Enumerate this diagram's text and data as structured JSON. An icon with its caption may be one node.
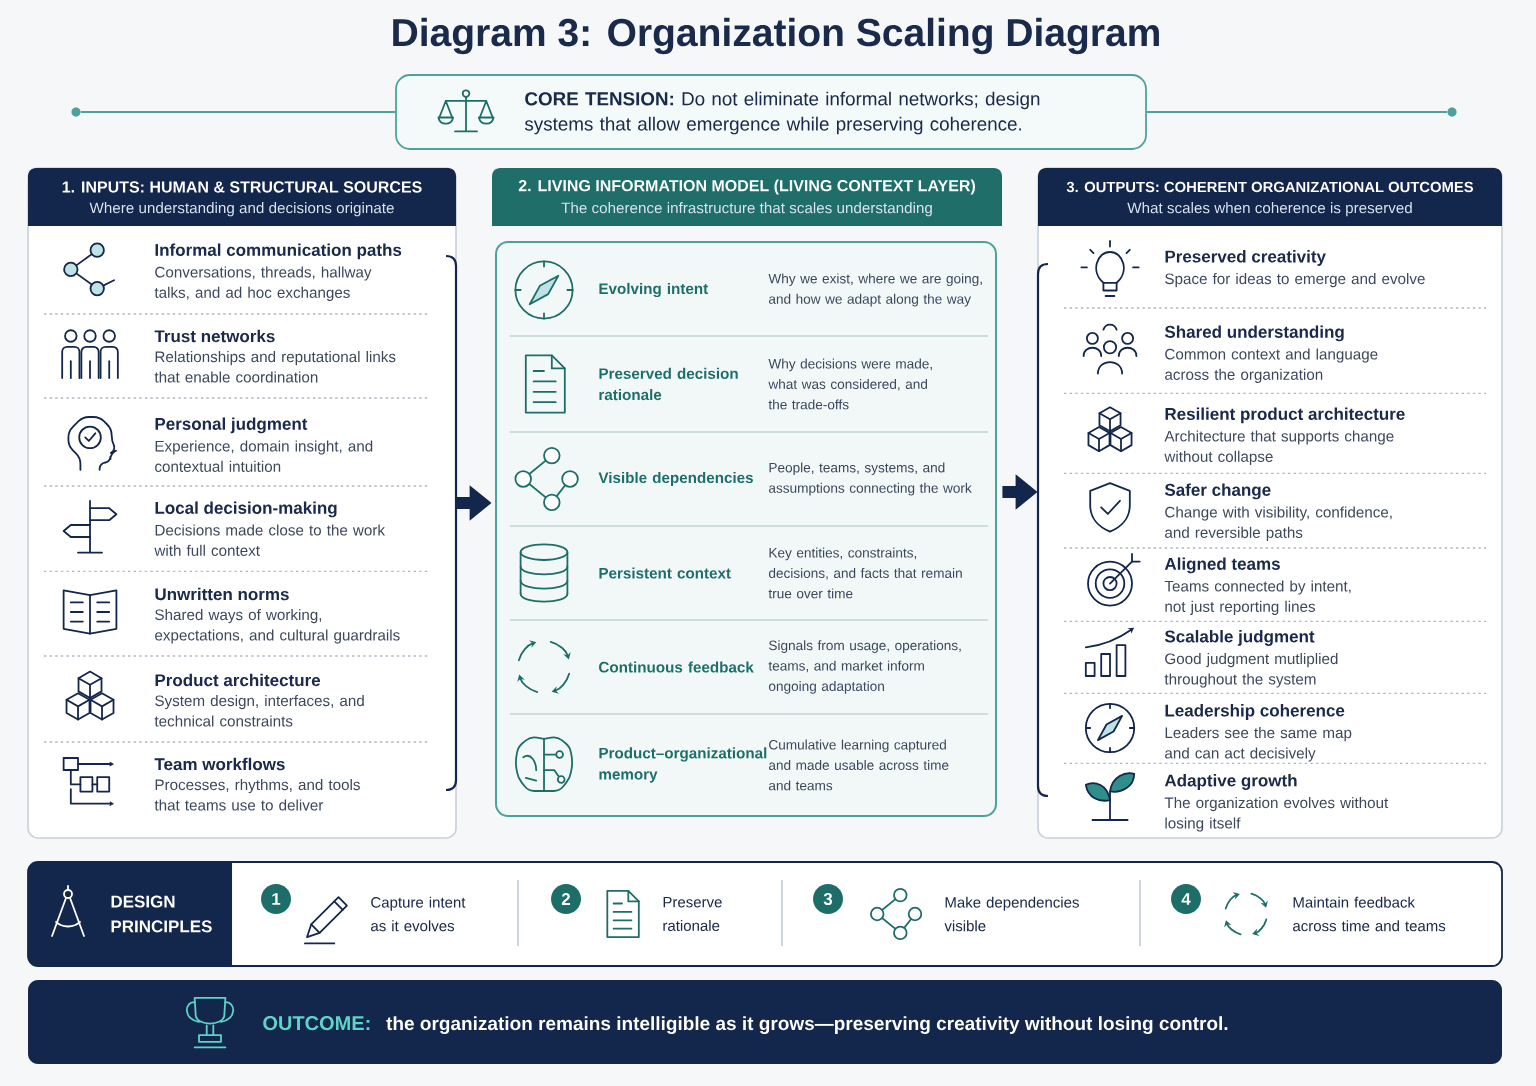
{
  "diagram": {
    "title": "Diagram 3: Organization Scaling Diagram",
    "nodes": [
      {
        "text": [],
        "shape": "circle"
      },
      {
        "text": [
          "**CORE TENSION:** Do not eliminate informal networks; design systems that allow emergence while preserving coherence."
        ]
      },
      {
        "text": [],
        "shape": "circle"
      },
      {
        "text": [
          "1. INPUTS: HUMAN & STRUCTURAL SOURCES",
          "Where understanding and decisions originate"
        ]
      },
      {
        "text": [
          "Informal communication paths",
          "Conversations, threads, hallway talks, and ad hoc exchanges"
        ],
        "in": 3
      },
      {
        "text": [
          "Trust networks",
          "Relationships and reputational links that enable coordination"
        ],
        "in": 3
      },
      {
        "text": [
          "Personal judgment",
          "Experience, domain insight, and contextual intuition"
        ],
        "in": 3
      },
      {
        "text": [
          "Local decision-making",
          "Decisions made close to the work with full context"
        ],
        "in": 3
      },
      {
        "text": [
          "Unwritten norms",
          "Shared ways of working, expectations, and cultural guardrails"
        ],
        "in": 3
      },
      {
        "text": [
          "Product architecture",
          "System design, interfaces, and technical constraints"
        ],
        "in": 3
      },
      {
        "text": [
          "Team workflows",
          "Processes, rhythms, and tools that teams use to deliver"
        ],
        "in": 3
      },
      {
        "text": [
          "2. LIVING INFORMATION MODEL (LIVING CONTEXT LAYER)",
          "The coherence infrastructure that scales understanding"
        ]
      },
      {
        "text": [
          "Evolving intent",
          "Why we exist, where we are going, and how we adapt along the way"
        ],
        "in": 11
      },
      {
        "text": [
          "Preserved decision rationale",
          "Why decisions were made, what was considered, and the trade-offs"
        ],
        "in": 11
      },
      {
        "text": [
          "Visible dependencies",
          "People, teams, systems, and assumptions connecting the work"
        ],
        "in": 11
      },
      {
        "text": [
          "Persistent context",
          "Key entities, constraints, decisions, and facts that remain true over time"
        ],
        "in": 11
      },
      {
        "text": [
          "Continuous feedback",
          "Signals from usage, operations, teams, and market inform ongoing adaptation"
        ],
        "in": 11
      },
      {
        "text": [
          "Product–organizational memory",
          "Cumulative learning captured and made usable across time and teams"
        ],
        "in": 11
      },
      {
        "text": [
          "3. OUTPUTS: COHERENT ORGANIZATIONAL OUTCOMES",
          "What scales when coherence is preserved"
        ]
      },
      {
        "text": [
          "Preserved creativity",
          "Space for ideas to emerge and evolve"
        ],
        "in": 18
      },
      {
        "text": [
          "Shared understanding",
          "Common context and language across the organization"
        ],
        "in": 18
      },
      {
        "text": [
          "Resilient product architecture",
          "Architecture that supports change without collapse"
        ],
        "in": 18
      },
      {
        "text": [
          "Safer change",
          "Change with visibility, confidence, and reversible paths"
        ],
        "in": 18
      },
      {
        "text": [
          "Aligned teams",
          "Teams connected by intent, not just reporting lines"
        ],
        "in": 18
      },
      {
        "text": [
          "Scalable judgment",
          "Good judgment mutliplied throughout the system"
        ],
        "in": 18
      },
      {
        "text": [
          "Leadership coherence",
          "Leaders see the same map and can act decisively"
        ],
        "in": 18
      },
      {
        "text": [
          "Adaptive growth",
          "The organization evolves without losing itself"
        ],
        "in": 18
      },
      {
        "text": [
          "DESIGN PRINCIPLES"
        ]
      },
      {
        "text": [
          "1"
        ],
        "in": 27
      },
      {
        "text": [
          "2"
        ],
        "in": 27
      },
      {
        "text": [
          "3"
        ],
        "in": 27
      },
      {
        "text": [
          "4"
        ],
        "in": 27
      },
      {
        "text": [
          "OUTCOME:",
          "the organization remains intelligible as it grows—preserving creativity without losing control."
        ]
      }
    ],
    "edges": [
      {
        "from": 3,
        "to": 11,
        "arrow": "to",
        "style": "thick"
      },
      {
        "from": 11,
        "to": 18,
        "arrow": "to",
        "style": "thick"
      },
      {
        "from": 0,
        "to": 1,
        "arrow": "none",
        "color": "#4fa29c"
      },
      {
        "from": 1,
        "to": 2,
        "arrow": "none",
        "color": "#4fa29c"
      }
    ],
    "labels": [
      "Capture intent as it evolves",
      "Preserve rationale",
      "Make dependencies visible",
      "Maintain feedback across time and teams"
    ]
  }
}
